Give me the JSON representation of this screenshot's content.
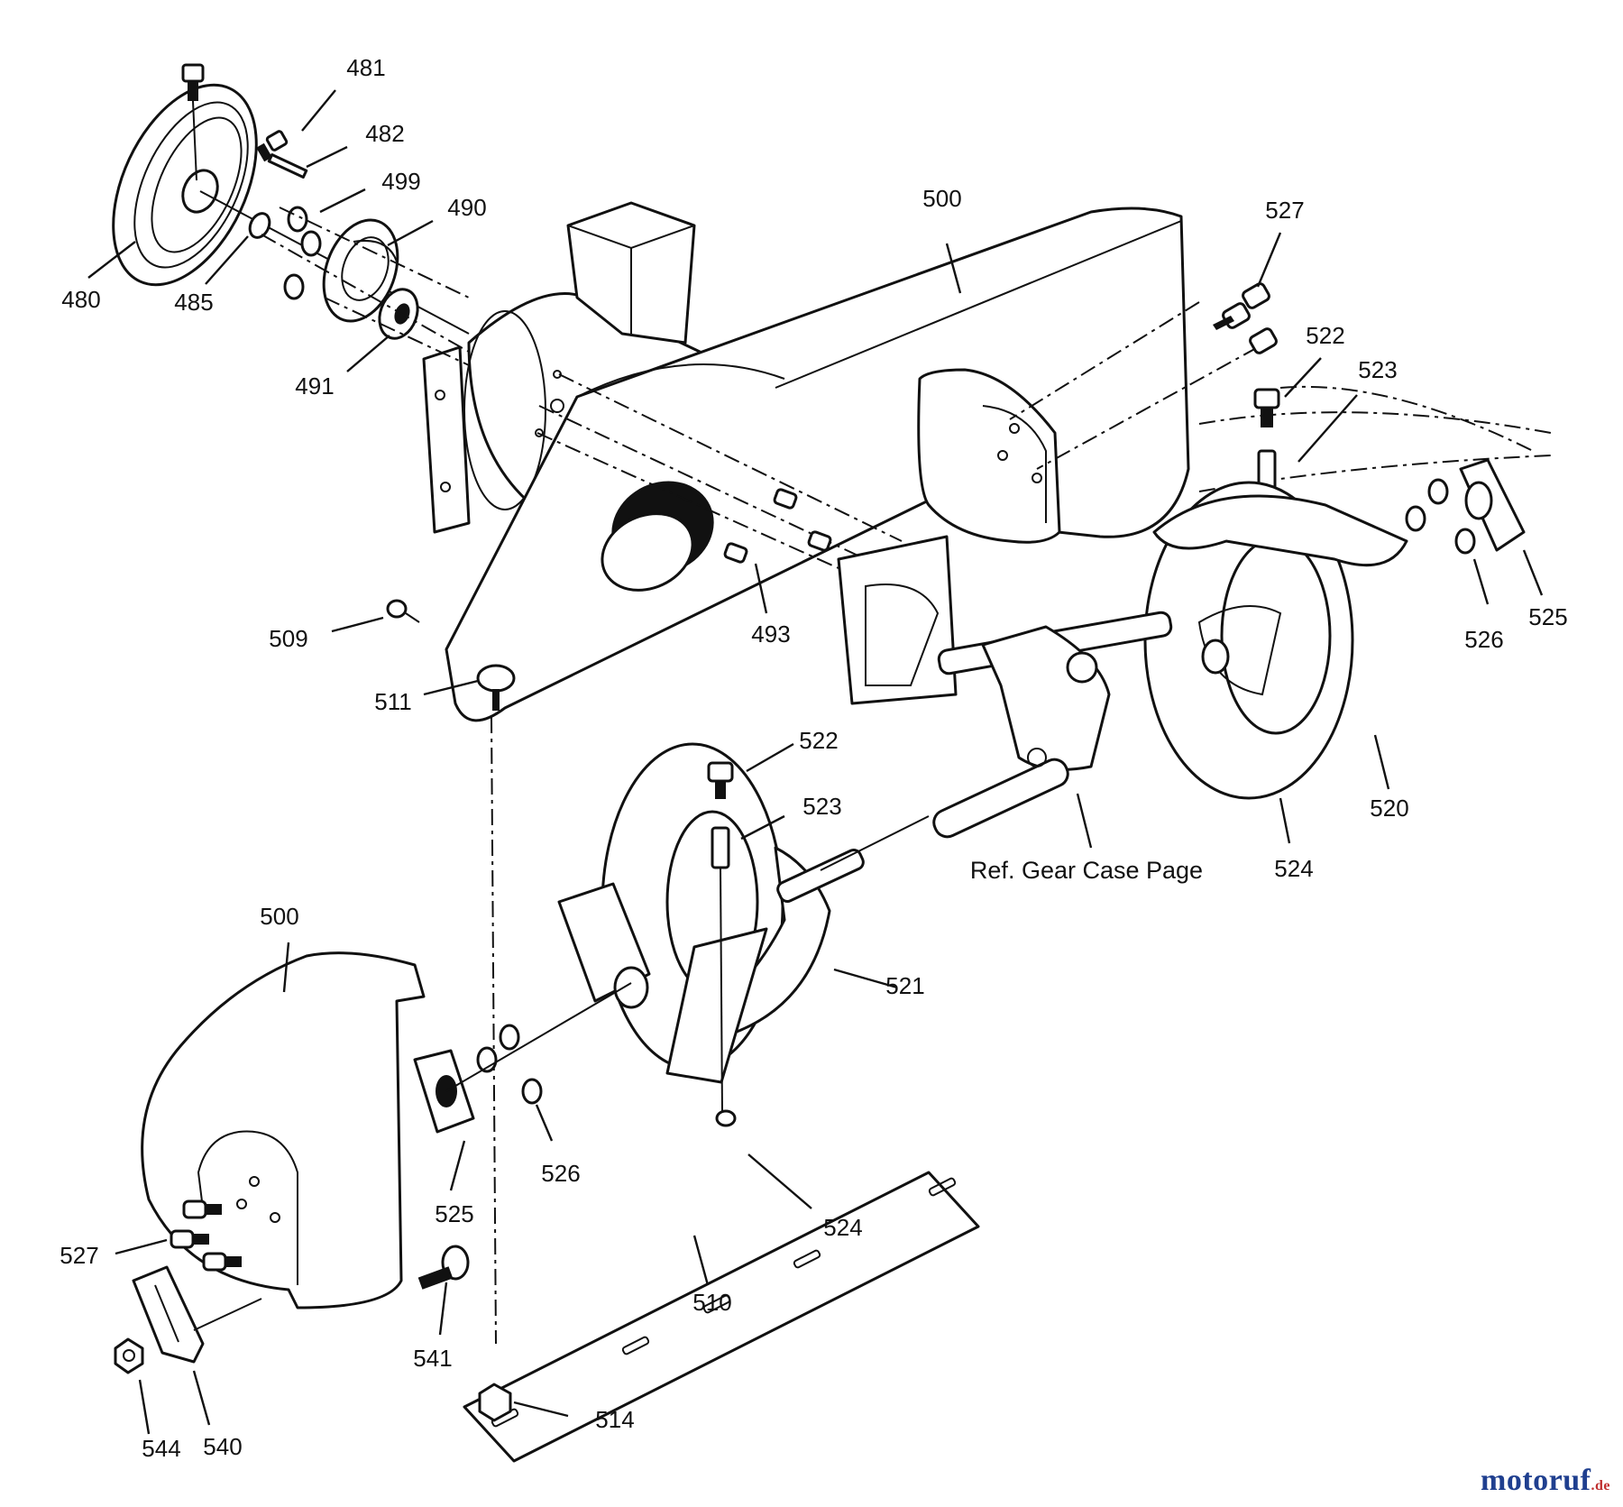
{
  "diagram": {
    "reference_note": "Ref. Gear Case Page",
    "callouts": [
      {
        "id": "c-481",
        "text": "481"
      },
      {
        "id": "c-482",
        "text": "482"
      },
      {
        "id": "c-499",
        "text": "499"
      },
      {
        "id": "c-490",
        "text": "490"
      },
      {
        "id": "c-480",
        "text": "480"
      },
      {
        "id": "c-485",
        "text": "485"
      },
      {
        "id": "c-491",
        "text": "491"
      },
      {
        "id": "c-500a",
        "text": "500"
      },
      {
        "id": "c-527a",
        "text": "527"
      },
      {
        "id": "c-522a",
        "text": "522"
      },
      {
        "id": "c-523a",
        "text": "523"
      },
      {
        "id": "c-509",
        "text": "509"
      },
      {
        "id": "c-493",
        "text": "493"
      },
      {
        "id": "c-511",
        "text": "511"
      },
      {
        "id": "c-526a",
        "text": "526"
      },
      {
        "id": "c-525a",
        "text": "525"
      },
      {
        "id": "c-520",
        "text": "520"
      },
      {
        "id": "c-524a",
        "text": "524"
      },
      {
        "id": "c-522b",
        "text": "522"
      },
      {
        "id": "c-523b",
        "text": "523"
      },
      {
        "id": "c-500b",
        "text": "500"
      },
      {
        "id": "c-521",
        "text": "521"
      },
      {
        "id": "c-526b",
        "text": "526"
      },
      {
        "id": "c-525b",
        "text": "525"
      },
      {
        "id": "c-524b",
        "text": "524"
      },
      {
        "id": "c-527b",
        "text": "527"
      },
      {
        "id": "c-510",
        "text": "510"
      },
      {
        "id": "c-541",
        "text": "541"
      },
      {
        "id": "c-514",
        "text": "514"
      },
      {
        "id": "c-544",
        "text": "544"
      },
      {
        "id": "c-540",
        "text": "540"
      }
    ]
  },
  "watermark": {
    "brand": "motoruf",
    "suffix": ".de",
    "color": "#1f3f8f"
  }
}
